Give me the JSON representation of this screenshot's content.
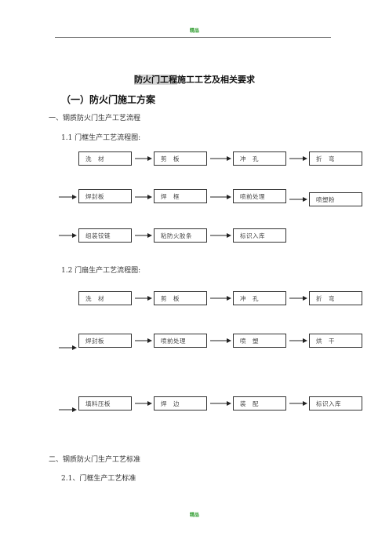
{
  "header": {
    "label": "精品"
  },
  "footer": {
    "label": "精品"
  },
  "title": {
    "highlight": "防火门工程",
    "rest": "施工工艺及相关要求"
  },
  "section": {
    "heading": "（一）防火门施工方案"
  },
  "part1": {
    "heading": "一、钢质防火门生产工艺流程"
  },
  "frame_flow": {
    "heading": "1.1 门框生产工艺流程图:",
    "rows": [
      [
        "洗　材",
        "剪　板",
        "冲　孔",
        "折　弯"
      ],
      [
        "焊封板",
        "焊　框",
        "喷前处理",
        "喷塑粉"
      ],
      [
        "组装铰链",
        "粘防火胶条",
        "标识入库"
      ]
    ]
  },
  "leaf_flow": {
    "heading": "1.2 门扇生产工艺流程图:",
    "rows": [
      [
        "洗　材",
        "剪　板",
        "冲　孔",
        "折　弯"
      ],
      [
        "焊封板",
        "喷前处理",
        "喷　塑",
        "烘　干"
      ],
      [
        "填料压板",
        "焊　边",
        "装　配",
        "标识入库"
      ]
    ]
  },
  "part2": {
    "heading": "二、钢质防火门生产工艺标准"
  },
  "sub21": {
    "heading": "2.1、门框生产工艺标准"
  }
}
